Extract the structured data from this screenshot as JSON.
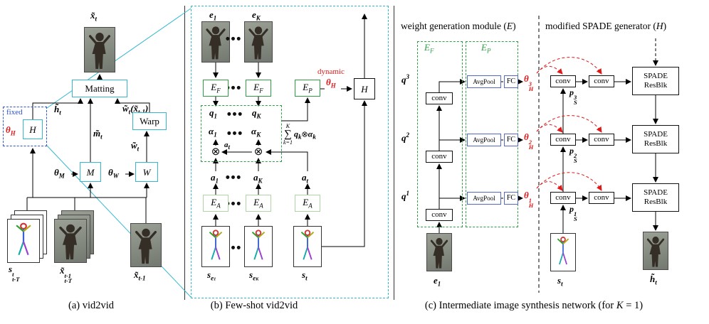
{
  "ui": {
    "dots": "●●●",
    "otimes": "⊗",
    "sigma": "∑"
  },
  "panel_a": {
    "caption": "(a) vid2vid",
    "x_t": {
      "b": "x̃",
      "s": "t"
    },
    "matting": "Matting",
    "h_t": {
      "b": "h̃",
      "s": "t"
    },
    "w_tx": {
      "b1": "w̃",
      "s1": "t",
      "b2": "(x̃",
      "s2": "t-1",
      "b3": ")"
    },
    "fixed": "fixed",
    "theta_H": {
      "b": "θ",
      "s": "H"
    },
    "H": "H",
    "warp": "Warp",
    "m_t": {
      "b": "m̃",
      "s": "t"
    },
    "w_t": {
      "b": "w̃",
      "s": "t"
    },
    "theta_M": {
      "b": "θ",
      "s": "M"
    },
    "M": "M",
    "theta_W": {
      "b": "θ",
      "s": "W"
    },
    "W": "W",
    "s_stack": {
      "b": "s",
      "sup": "t",
      "sub": "t-T"
    },
    "x_stack": {
      "b": "x̃",
      "sup": "t-1",
      "sub": "t-T"
    },
    "x_t1": {
      "b": "x̃",
      "s": "t-1"
    }
  },
  "panel_b": {
    "caption": "(b) Few-shot vid2vid",
    "e_1": {
      "b": "e",
      "s": "1"
    },
    "e_K": {
      "b": "e",
      "s": "K"
    },
    "E_F": {
      "b": "E",
      "s": "F"
    },
    "E_P": {
      "b": "E",
      "s": "P"
    },
    "dynamic": "dynamic",
    "theta_H": {
      "b": "θ",
      "s": "H"
    },
    "H": "H",
    "q_1": {
      "b": "q",
      "s": "1"
    },
    "q_K": {
      "b": "q",
      "s": "K"
    },
    "alpha_1": {
      "b": "α",
      "s": "1"
    },
    "alpha_K": {
      "b": "α",
      "s": "K"
    },
    "a_1": {
      "b": "a",
      "s": "1"
    },
    "a_K": {
      "b": "a",
      "s": "K"
    },
    "a_t": {
      "b": "a",
      "s": "t"
    },
    "E_A": {
      "b": "E",
      "s": "A"
    },
    "s_e1": {
      "b": "s",
      "s": "e",
      "ss": "1"
    },
    "s_eK": {
      "b": "s",
      "s": "e",
      "ss": "K"
    },
    "s_t": {
      "b": "s",
      "s": "t"
    },
    "sum": {
      "top": "K",
      "bot": "k=1",
      "q": "q",
      "qs": "k",
      "op": "⊗",
      "al": "α",
      "als": "k"
    }
  },
  "panel_c": {
    "caption": {
      "t1": "(c) Intermediate image synthesis network (for ",
      "i": "K",
      "t2": " = 1)"
    },
    "header_left": {
      "t1": "weight generation module (",
      "i": "E",
      "t2": ")"
    },
    "header_right": {
      "t1": "modified SPADE generator (",
      "i": "H",
      "t2": ")"
    },
    "E_F": {
      "b": "E",
      "s": "F"
    },
    "E_P": {
      "b": "E",
      "s": "P"
    },
    "q1": {
      "b": "q",
      "s": "1"
    },
    "q2": {
      "b": "q",
      "s": "2"
    },
    "q3": {
      "b": "q",
      "s": "3"
    },
    "conv": "conv",
    "avgpool": "AvgPool",
    "fc": "FC",
    "theta1": {
      "b": "θ",
      "sub": "H",
      "sup": "1"
    },
    "theta2": {
      "b": "θ",
      "sub": "H",
      "sup": "2"
    },
    "theta3": {
      "b": "θ",
      "sub": "H",
      "sup": "3"
    },
    "p1": {
      "b": "p",
      "sub": "S",
      "sup": "1"
    },
    "p2": {
      "b": "p",
      "sub": "S",
      "sup": "2"
    },
    "p3": {
      "b": "p",
      "sub": "S",
      "sup": "3"
    },
    "spade_resblk": {
      "l1": "SPADE",
      "l2": "ResBlk"
    },
    "e_1": {
      "b": "e",
      "s": "1"
    },
    "s_t": {
      "b": "s",
      "s": "t"
    },
    "h_t": {
      "b": "h̃",
      "s": "t"
    }
  }
}
